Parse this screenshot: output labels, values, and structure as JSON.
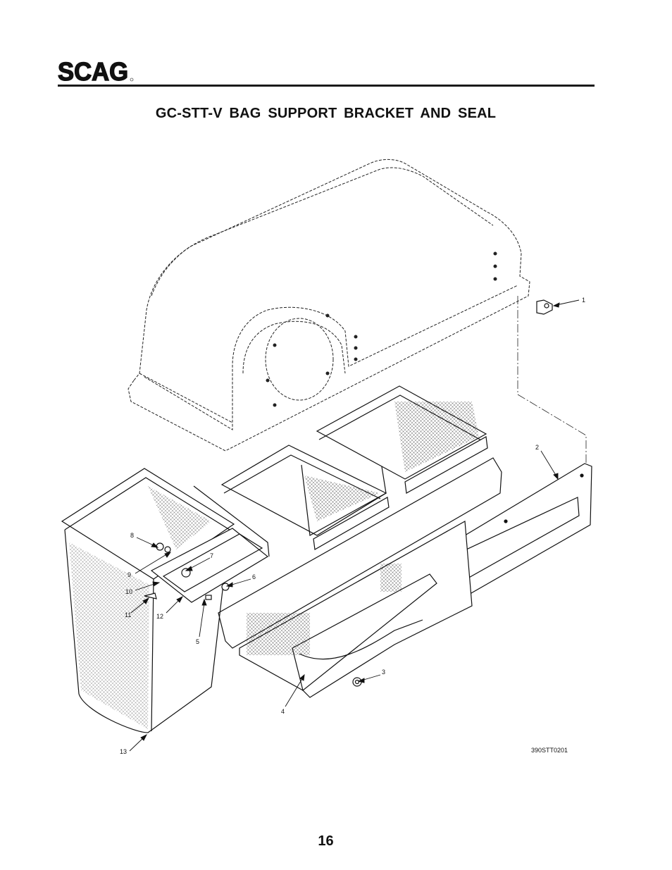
{
  "header": {
    "logo_text": "SCAG"
  },
  "title": "GC-STT-V BAG SUPPORT BRACKET AND SEAL",
  "figure": {
    "id": "390STT0201",
    "callouts": [
      "1",
      "2",
      "3",
      "4",
      "5",
      "6",
      "7",
      "8",
      "9",
      "10",
      "11",
      "12",
      "13"
    ]
  },
  "footer": {
    "page_number": "16"
  }
}
